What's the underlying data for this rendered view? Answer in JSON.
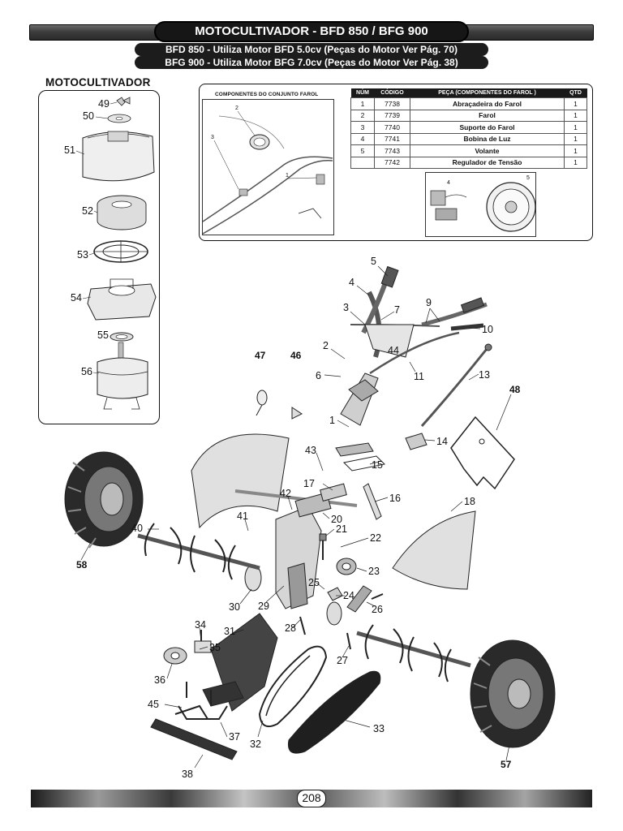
{
  "header": {
    "title": "MOTOCULTIVADOR  - BFD 850 / BFG 900",
    "line1": "BFD 850 - Utiliza Motor BFD 5.0cv (Peças do Motor Ver Pág. 70)",
    "line2": "BFG 900 - Utiliza Motor BFG 7.0cv (Peças do Motor Ver Pág. 38)"
  },
  "left_panel": {
    "title": "MOTOCULTIVADOR",
    "labels": [
      "49",
      "50",
      "51",
      "52",
      "53",
      "54",
      "55",
      "56"
    ]
  },
  "farol_set": {
    "caption": "COMPONENTES DO CONJUNTO FAROL",
    "image_labels": [
      "2",
      "3",
      "1"
    ],
    "volante_labels": [
      "4",
      "5"
    ],
    "table": {
      "headers": [
        "NÚM",
        "CÓDIGO",
        "PEÇA (COMPONENTES DO FAROL )",
        "QTD"
      ],
      "rows": [
        {
          "num": "1",
          "codigo": "7738",
          "peca": "Abraçadeira do Farol",
          "qtd": "1"
        },
        {
          "num": "2",
          "codigo": "7739",
          "peca": "Farol",
          "qtd": "1"
        },
        {
          "num": "3",
          "codigo": "7740",
          "peca": "Suporte do Farol",
          "qtd": "1"
        },
        {
          "num": "4",
          "codigo": "7741",
          "peca": "Bobina de Luz",
          "qtd": "1"
        },
        {
          "num": "5",
          "codigo": "7743",
          "peca": "Volante",
          "qtd": "1"
        },
        {
          "num": "",
          "codigo": "7742",
          "peca": "Regulador de Tensão",
          "qtd": "1"
        }
      ]
    }
  },
  "diagram": {
    "labels": {
      "l1": "1",
      "l2": "2",
      "l3": "3",
      "l4": "4",
      "l5": "5",
      "l6": "6",
      "l7": "7",
      "l9": "9",
      "l10": "10",
      "l11": "11",
      "l13": "13",
      "l14": "14",
      "l15": "15",
      "l16": "16",
      "l17": "17",
      "l18": "18",
      "l20": "20",
      "l21": "21",
      "l22": "22",
      "l23": "23",
      "l24": "24",
      "l25": "25",
      "l26": "26",
      "l27": "27",
      "l28": "28",
      "l29": "29",
      "l30": "30",
      "l31": "31",
      "l32": "32",
      "l33": "33",
      "l34": "34",
      "l35": "35",
      "l36": "36",
      "l37": "37",
      "l38": "38",
      "l40": "40",
      "l41": "41",
      "l42": "42",
      "l43": "43",
      "l44": "44",
      "l45": "45",
      "l46": "46",
      "l47": "47",
      "l48": "48",
      "l57": "57",
      "l58": "58"
    }
  },
  "footer": {
    "page": "208"
  }
}
